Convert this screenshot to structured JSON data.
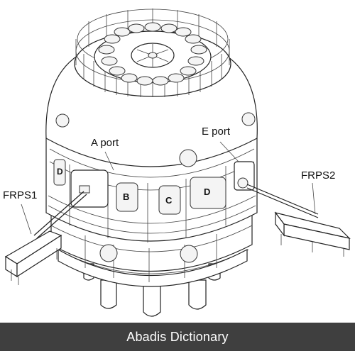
{
  "labels": {
    "a_port": "A port",
    "e_port": "E port",
    "frps1": "FRPS1",
    "frps2": "FRPS2",
    "port_b": "B",
    "port_c": "C",
    "port_d_front": "D",
    "port_d_side": "D"
  },
  "footer": {
    "text": "Abadis Dictionary"
  }
}
